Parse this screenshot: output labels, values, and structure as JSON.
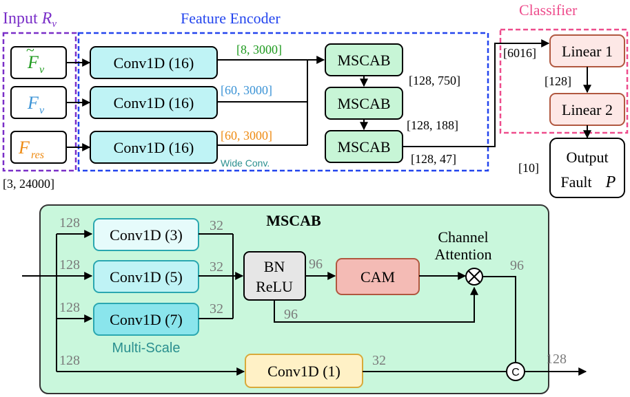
{
  "colors": {
    "purple": "#7a2fc8",
    "blue": "#2244ee",
    "pink": "#ee4c8c",
    "green_text": "#1e9a1e",
    "blue_text": "#3b93d6",
    "orange_text": "#ee8a11",
    "teal_text": "#2a8f8f",
    "gray_text": "#7a7a7a",
    "conv_fill": "#bff3f5",
    "mscab_fill": "#c7f5d6",
    "classifier_fill": "#fde8e6",
    "cam_fill": "#f4bbb5",
    "conv1_fill": "#fff1c6",
    "panel_fill": "#c9f7dc"
  },
  "top": {
    "input_title": "Input",
    "input_symbol": "R",
    "input_sub": "v",
    "encoder_title": "Feature Encoder",
    "classifier_title": "Classifier",
    "inputs": [
      {
        "symbol": "F",
        "sub": "v",
        "accent": "~"
      },
      {
        "symbol": "F",
        "sub": "v"
      },
      {
        "symbol": "F",
        "sub": "res"
      }
    ],
    "input_shape": "[3, 24000]",
    "conv_blocks": [
      "Conv1D (16)",
      "Conv1D (16)",
      "Conv1D (16)"
    ],
    "conv_shapes": [
      "[8, 3000]",
      "[60, 3000]",
      "[60, 3000]"
    ],
    "wide_conv": "Wide Conv.",
    "mscab_blocks": [
      "MSCAB",
      "MSCAB",
      "MSCAB"
    ],
    "mscab_shapes": [
      "[128, 750]",
      "[128, 188]",
      "[128, 47]"
    ],
    "linear1": "Linear 1",
    "linear2": "Linear 2",
    "dim_6016": "[6016]",
    "dim_128": "[128]",
    "dim_10": "[10]",
    "output_line1": "Output",
    "output_line2": "Fault",
    "output_symbol": "P"
  },
  "bottom": {
    "title": "MSCAB",
    "branches": [
      "Conv1D (3)",
      "Conv1D (5)",
      "Conv1D (7)"
    ],
    "in_ch": [
      "128",
      "128",
      "128",
      "128"
    ],
    "out_ch": [
      "32",
      "32",
      "32"
    ],
    "multi_scale": "Multi-Scale",
    "bn": "BN",
    "relu": "ReLU",
    "bn_out": "96",
    "bn_skip": "96",
    "cam": "CAM",
    "channel_attention_1": "Channel",
    "channel_attention_2": "Attention",
    "mult_out": "96",
    "conv1": "Conv1D (1)",
    "conv1_out": "32",
    "concat": "C",
    "final": "128"
  }
}
